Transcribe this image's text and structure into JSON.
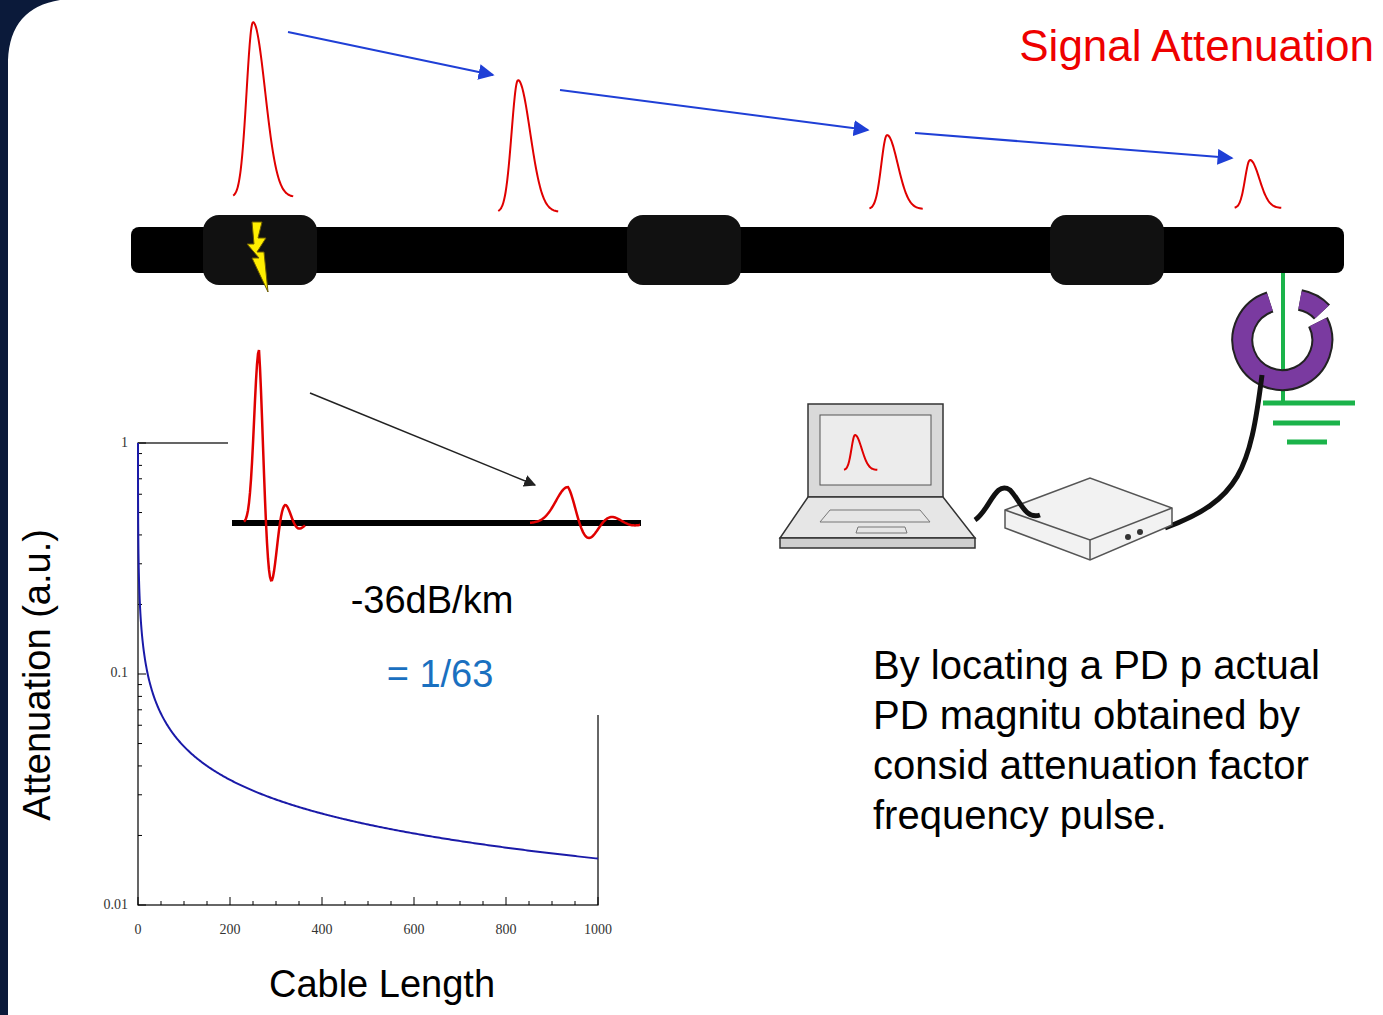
{
  "diagram": {
    "title": "Signal Attenuation",
    "labels": [
      "1",
      "0.1",
      "0.01",
      "0",
      "200",
      "400",
      "600",
      "800",
      "1000",
      "Attenuation (a.u.)",
      "Cable Length",
      "-36dB/km",
      "= 1/63",
      "By locating a PD p actual PD magnitu obtained by consid attenuation factor frequency pulse."
    ]
  }
}
